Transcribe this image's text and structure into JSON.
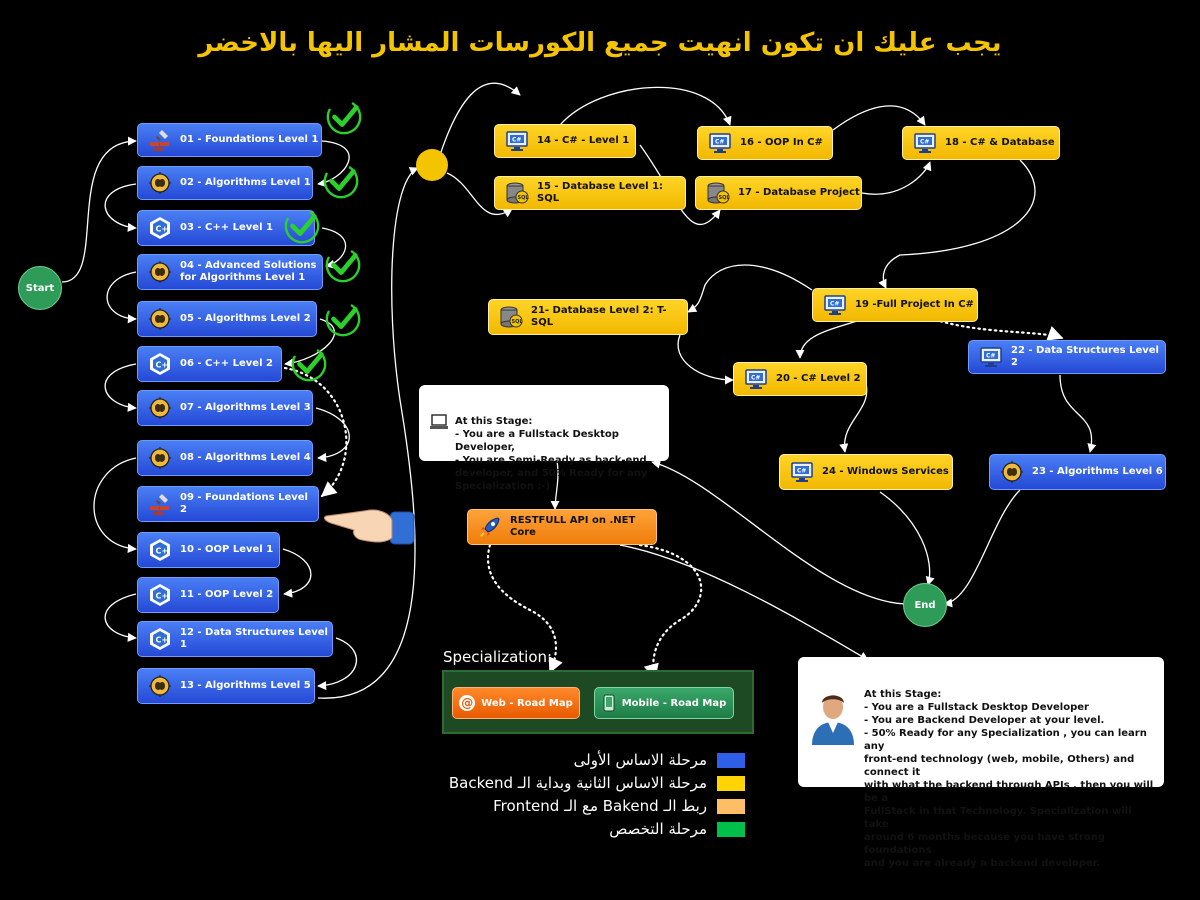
{
  "title": "يجب عليك ان تكون انهيت جميع الكورسات المشار اليها بالاخضر",
  "start_label": "Start",
  "end_label": "End",
  "left_column": [
    {
      "id": "n01",
      "label": "01 - Foundations Level 1",
      "icon": "brick-trowel-icon",
      "done": true
    },
    {
      "id": "n02",
      "label": "02 - Algorithms Level 1",
      "icon": "brain-chip-icon",
      "done": true
    },
    {
      "id": "n03",
      "label": "03 - C++ Level 1",
      "icon": "cpp-logo-icon",
      "done": true
    },
    {
      "id": "n04",
      "label": "04 - Advanced Solutions\nfor Algorithms Level 1",
      "icon": "brain-chip-icon",
      "done": true
    },
    {
      "id": "n05",
      "label": "05 - Algorithms  Level 2",
      "icon": "brain-chip-icon",
      "done": true
    },
    {
      "id": "n06",
      "label": "06 - C++ Level 2",
      "icon": "cpp-logo-icon",
      "done": true
    },
    {
      "id": "n07",
      "label": "07 - Algorithms Level 3",
      "icon": "brain-chip-icon",
      "done": false
    },
    {
      "id": "n08",
      "label": "08 - Algorithms Level 4",
      "icon": "brain-chip-icon",
      "done": false
    },
    {
      "id": "n09",
      "label": "09 - Foundations Level 2",
      "icon": "brick-trowel-icon",
      "done": false
    },
    {
      "id": "n10",
      "label": "10 - OOP Level 1",
      "icon": "cpp-logo-icon",
      "done": false
    },
    {
      "id": "n11",
      "label": "11 - OOP Level 2",
      "icon": "cpp-logo-icon",
      "done": false
    },
    {
      "id": "n12",
      "label": "12 - Data Structures Level 1",
      "icon": "cpp-logo-icon",
      "done": false
    },
    {
      "id": "n13",
      "label": "13 - Algorithms Level 5",
      "icon": "brain-chip-icon",
      "done": false
    }
  ],
  "right_nodes": [
    {
      "id": "n14",
      "label": "14 - C# - Level 1",
      "icon": "csharp-monitor-icon",
      "color": "yellow"
    },
    {
      "id": "n15",
      "label": "15 - Database Level 1: SQL",
      "icon": "sql-database-icon",
      "color": "yellow"
    },
    {
      "id": "n16",
      "label": "16 - OOP In C#",
      "icon": "csharp-monitor-icon",
      "color": "yellow"
    },
    {
      "id": "n17",
      "label": "17 - Database Project",
      "icon": "sql-database-icon",
      "color": "yellow"
    },
    {
      "id": "n18",
      "label": "18 - C# & Database",
      "icon": "csharp-monitor-icon",
      "color": "yellow"
    },
    {
      "id": "n19",
      "label": "19 -Full Project In C#",
      "icon": "csharp-monitor-icon",
      "color": "yellow"
    },
    {
      "id": "n20",
      "label": "20 - C# Level 2",
      "icon": "csharp-monitor-icon",
      "color": "yellow"
    },
    {
      "id": "n21",
      "label": "21- Database Level 2: T-SQL",
      "icon": "sql-database-icon",
      "color": "yellow"
    },
    {
      "id": "n22",
      "label": "22 - Data Structures Level 2",
      "icon": "csharp-monitor-icon",
      "color": "blue"
    },
    {
      "id": "n23",
      "label": "23 - Algorithms Level 6",
      "icon": "brain-chip-icon",
      "color": "blue"
    },
    {
      "id": "n24",
      "label": "24 - Windows Services",
      "icon": "csharp-monitor-icon",
      "color": "yellow"
    },
    {
      "id": "nAPI",
      "label": "RESTFULL API on .NET Core",
      "icon": "rocket-icon",
      "color": "orange"
    }
  ],
  "note_stage1": "At this Stage:\n- You are a Fullstack Desktop Developer,\n- You are Semi-Ready as back-end.\ndeveloper, and 50% Ready for any\nSpecialization :-)",
  "note_stage2": "At this Stage:\n- You are a Fullstack Desktop Developer\n- You are Backend Developer at your level.\n- 50% Ready for any Specialization , you can learn any\nfront-end technology (web, mobile, Others) and connect it\nwith what the backend through APIs , then you will be a\nFullStack in that Technology. Specialization will take\naround 6 months because you have strong foundations\nand you are already a backend developer.",
  "specialization": {
    "label": "Specialization:",
    "web": "Web - Road Map",
    "mobile": "Mobile - Road Map"
  },
  "legend": [
    {
      "text": "مرحلة الاساس الأولى",
      "color": "#2f5ee8"
    },
    {
      "text": "مرحلة الاساس الثانية وبداية الـ Backend",
      "color": "#ffd400"
    },
    {
      "text": "ربط الـ Bakend مع الـ Frontend",
      "color": "#ffbd66"
    },
    {
      "text": "مرحلة التخصص",
      "color": "#00c04b"
    }
  ],
  "colors": {
    "check": "#2bd12b",
    "start_end": "#2e9c58",
    "hub": "#f5c400",
    "wire": "#ffffff"
  }
}
